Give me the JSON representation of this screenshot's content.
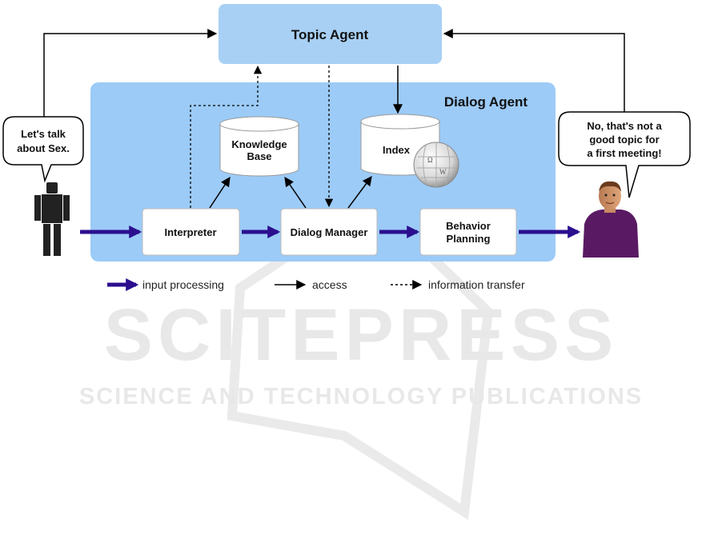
{
  "diagram": {
    "topic_agent": "Topic Agent",
    "dialog_agent": "Dialog Agent",
    "knowledge_base_line1": "Knowledge",
    "knowledge_base_line2": "Base",
    "index": "Index",
    "interpreter": "Interpreter",
    "dialog_manager": "Dialog Manager",
    "behavior_line1": "Behavior",
    "behavior_line2": "Planning",
    "user_bubble_line1": "Let's talk",
    "user_bubble_line2": "about Sex.",
    "agent_bubble_line1": "No, that's not a",
    "agent_bubble_line2": "good topic for",
    "agent_bubble_line3": "a first meeting!"
  },
  "legend": {
    "input_processing": "input processing",
    "access": "access",
    "information_transfer": "information transfer"
  },
  "watermark": {
    "title": "SCITEPRESS",
    "subtitle": "SCIENCE AND TECHNOLOGY PUBLICATIONS"
  },
  "colors": {
    "topic_box": "#a8d0f5",
    "dialog_area": "#9ccbf7",
    "flow_arrow": "#2b0f8f",
    "avatar_shirt": "#5a1a63"
  }
}
